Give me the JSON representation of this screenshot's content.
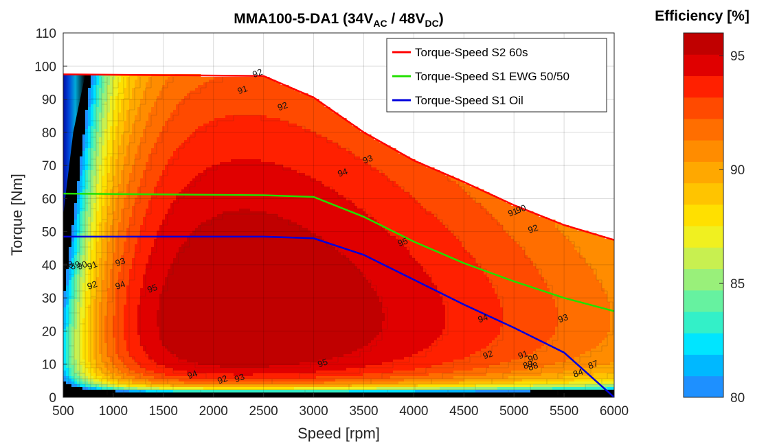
{
  "chart_data": {
    "type": "heatmap",
    "title": {
      "base": "MMA100-5-DA1 (34V",
      "sub1": "AC",
      "mid": " / 48V",
      "sub2": "DC",
      "end": ")"
    },
    "xlabel": "Speed [rpm]",
    "ylabel": "Torque [Nm]",
    "xlim": [
      500,
      6000
    ],
    "ylim": [
      0,
      110
    ],
    "xticks": [
      500,
      1000,
      1500,
      2000,
      2500,
      3000,
      3500,
      4000,
      4500,
      5000,
      5500,
      6000
    ],
    "yticks": [
      0,
      10,
      20,
      30,
      40,
      50,
      60,
      70,
      80,
      90,
      100,
      110
    ],
    "grid": true,
    "legend_position": "top-right",
    "colorbar": {
      "title": "Efficiency [%]",
      "range": [
        80,
        96
      ],
      "ticks": [
        80,
        85,
        90,
        95
      ],
      "colors": [
        "#1e90ff",
        "#00b8ff",
        "#00e5ff",
        "#33f0c8",
        "#66f2a0",
        "#99f07a",
        "#c8f050",
        "#f0f020",
        "#ffe000",
        "#ffc400",
        "#ffa800",
        "#ff8c00",
        "#ff6e00",
        "#ff4a00",
        "#ff2000",
        "#e00000",
        "#c00000"
      ]
    },
    "series": [
      {
        "name": "Torque-Speed S2 60s",
        "color": "#ff0000",
        "x": [
          500,
          2500,
          3000,
          3500,
          4000,
          4500,
          5000,
          5500,
          6000
        ],
        "y": [
          97.5,
          97,
          90.5,
          80,
          71.5,
          65,
          58,
          52,
          47.5
        ]
      },
      {
        "name": "Torque-Speed S1 EWG 50/50",
        "color": "#22e000",
        "x": [
          500,
          2500,
          3000,
          3500,
          4000,
          4500,
          5000,
          5500,
          6000
        ],
        "y": [
          61.5,
          61,
          60.5,
          54.5,
          47,
          40.5,
          35,
          30,
          26
        ]
      },
      {
        "name": "Torque-Speed S1 Oil",
        "color": "#0000dd",
        "x": [
          500,
          2500,
          3000,
          3500,
          4000,
          4500,
          5000,
          5500,
          6000
        ],
        "y": [
          48.5,
          48.5,
          48,
          43,
          35.5,
          28,
          21,
          13.5,
          0
        ]
      }
    ],
    "contour_labels": [
      {
        "text": "88",
        "x": 560,
        "y": 39
      },
      {
        "text": "89",
        "x": 630,
        "y": 39
      },
      {
        "text": "90",
        "x": 700,
        "y": 39
      },
      {
        "text": "91",
        "x": 800,
        "y": 39
      },
      {
        "text": "92",
        "x": 800,
        "y": 33
      },
      {
        "text": "93",
        "x": 1080,
        "y": 40
      },
      {
        "text": "94",
        "x": 1080,
        "y": 33
      },
      {
        "text": "95",
        "x": 1400,
        "y": 32
      },
      {
        "text": "92",
        "x": 2450,
        "y": 97
      },
      {
        "text": "91",
        "x": 2300,
        "y": 92
      },
      {
        "text": "92",
        "x": 2700,
        "y": 87
      },
      {
        "text": "93",
        "x": 3550,
        "y": 71
      },
      {
        "text": "94",
        "x": 3300,
        "y": 67
      },
      {
        "text": "95",
        "x": 3900,
        "y": 46
      },
      {
        "text": "90",
        "x": 5080,
        "y": 56
      },
      {
        "text": "91",
        "x": 5000,
        "y": 55
      },
      {
        "text": "92",
        "x": 5200,
        "y": 50
      },
      {
        "text": "94",
        "x": 4700,
        "y": 23
      },
      {
        "text": "93",
        "x": 5500,
        "y": 23
      },
      {
        "text": "92",
        "x": 4750,
        "y": 12
      },
      {
        "text": "91",
        "x": 5100,
        "y": 12
      },
      {
        "text": "90",
        "x": 5200,
        "y": 11
      },
      {
        "text": "89",
        "x": 5150,
        "y": 9
      },
      {
        "text": "88",
        "x": 5200,
        "y": 8.5
      },
      {
        "text": "95",
        "x": 3100,
        "y": 9.5
      },
      {
        "text": "94",
        "x": 1800,
        "y": 6
      },
      {
        "text": "92",
        "x": 2100,
        "y": 4.5
      },
      {
        "text": "93",
        "x": 2270,
        "y": 5
      },
      {
        "text": "87",
        "x": 5800,
        "y": 9
      },
      {
        "text": "84",
        "x": 5650,
        "y": 6.5
      }
    ]
  }
}
